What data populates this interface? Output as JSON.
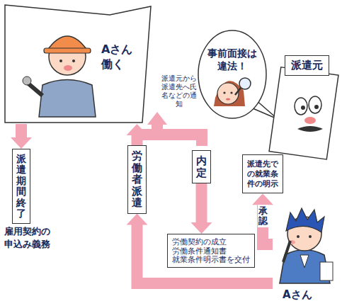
{
  "diagram": {
    "nodes": [
      {
        "text": [
          "Aさん 働く"
        ]
      },
      {
        "text": [
          "派遣期間終了"
        ]
      },
      {
        "text": [
          "労働者派遣"
        ]
      },
      {
        "text": [
          "内定"
        ]
      },
      {
        "text": [
          "派遣先での就業条件の明示"
        ]
      },
      {
        "text": [
          "労働契約の成立",
          "労働条件通知書",
          "就業条件明示書を交付"
        ]
      },
      {
        "text": [
          "Aさん"
        ]
      },
      {
        "text": [
          "事前面接は違法！"
        ]
      },
      {
        "text": [
          "派遣元"
        ]
      }
    ],
    "edges": [
      {
        "from": 6,
        "to": 4,
        "label": "承認",
        "arrow": "to"
      },
      {
        "from": 3,
        "to": 5,
        "arrow": "to"
      },
      {
        "from": 6,
        "to": 2,
        "arrow": "to"
      },
      {
        "from": 2,
        "to": 0,
        "arrow": "to"
      },
      {
        "from": 0,
        "to": 1,
        "arrow": "to"
      }
    ],
    "labels": [
      "雇用契約の申込み義務",
      "派遣元から派遣先へ氏名などの通知"
    ]
  }
}
